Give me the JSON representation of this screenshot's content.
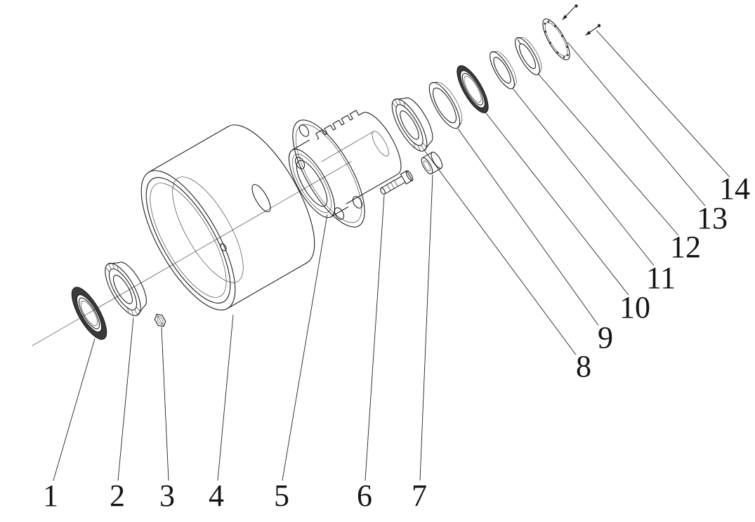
{
  "diagram": {
    "background": "#ffffff",
    "line_color": "#1f1f1f",
    "part_labels": [
      "1",
      "2",
      "3",
      "4",
      "5",
      "6",
      "7",
      "8",
      "9",
      "10",
      "11",
      "12",
      "13",
      "14"
    ]
  }
}
